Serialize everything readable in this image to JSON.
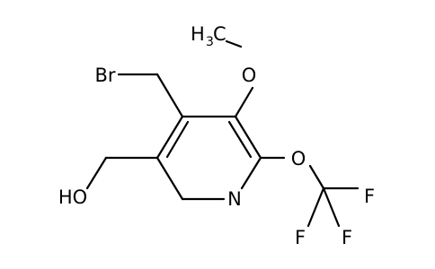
{
  "molecule": {
    "atoms": {
      "br": "Br",
      "o_methoxy": "O",
      "c_methyl": "C",
      "h_methyl": "H",
      "methyl_sub": "3",
      "ho": "HO",
      "n": "N",
      "o_tfm": "O",
      "f_right": "F",
      "f_bottom_left": "F",
      "f_bottom_right": "F"
    },
    "colors": {
      "bond": "#000000",
      "text": "#000000",
      "background": "#ffffff"
    }
  }
}
